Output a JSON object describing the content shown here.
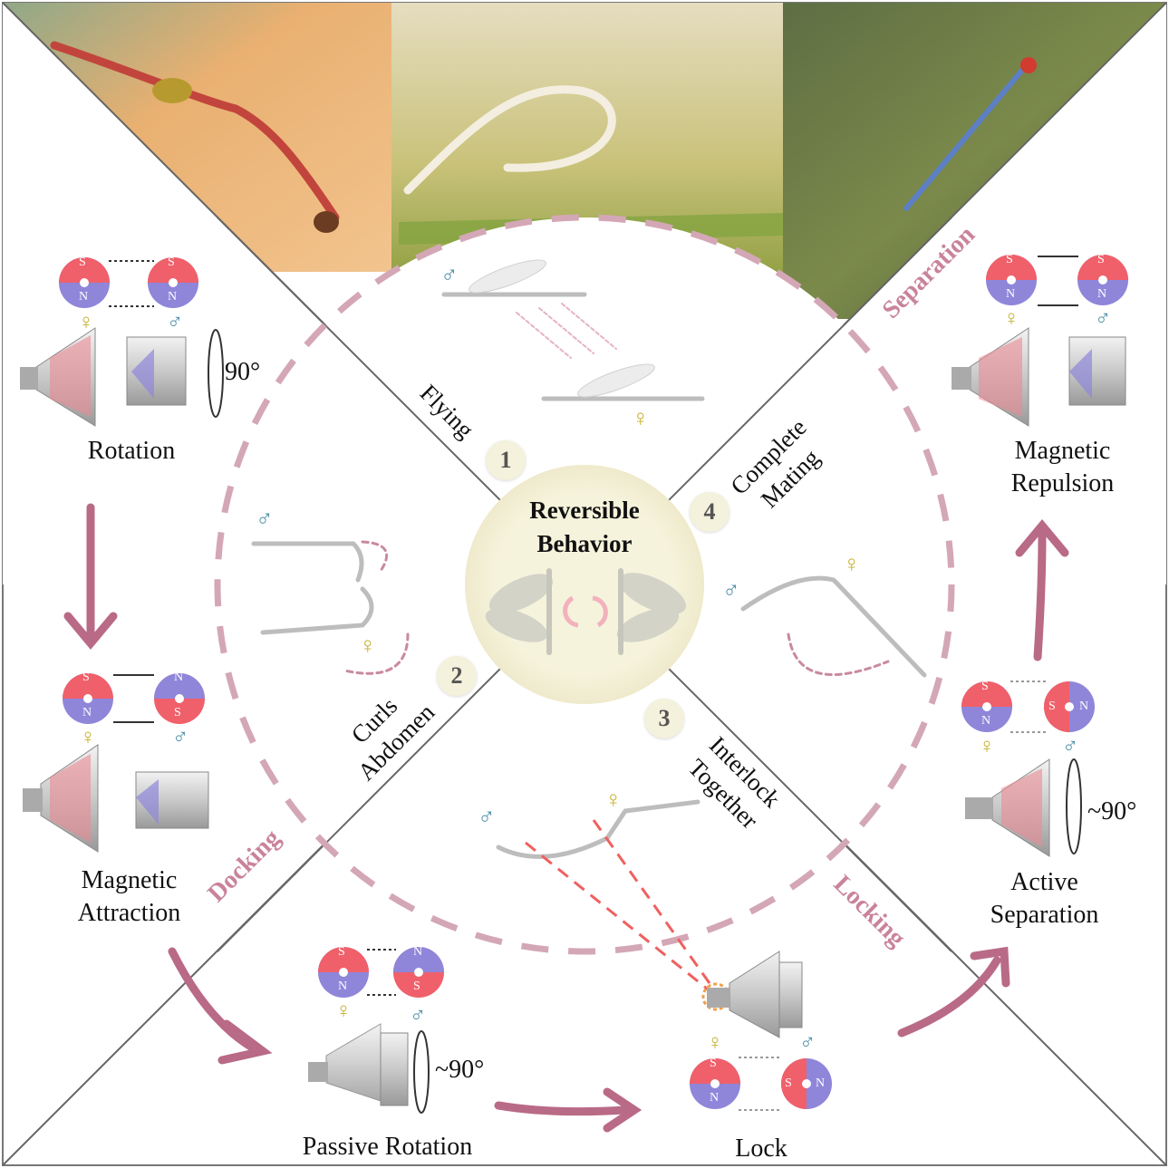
{
  "center": {
    "line1": "Reversible",
    "line2": "Behavior"
  },
  "steps": [
    "1",
    "2",
    "3",
    "4"
  ],
  "behaviors": {
    "flying": "Flying",
    "curls_1": "Curls",
    "curls_2": "Abdomen",
    "interlock_1": "Interlock",
    "interlock_2": "Together",
    "complete_1": "Complete",
    "complete_2": "Mating"
  },
  "phases": {
    "docking": "Docking",
    "locking": "Locking",
    "separation": "Separation"
  },
  "mechanisms": {
    "rotation": "Rotation",
    "magnetic_attraction_1": "Magnetic",
    "magnetic_attraction_2": "Attraction",
    "passive_rotation": "Passive Rotation",
    "lock": "Lock",
    "active_separation_1": "Active",
    "active_separation_2": "Separation",
    "magnetic_repulsion_1": "Magnetic",
    "magnetic_repulsion_2": "Repulsion"
  },
  "angles": {
    "rotation": "90°",
    "passive": "~90°",
    "active": "~90°"
  },
  "magnet_letters": {
    "south": "S",
    "north": "N"
  },
  "sex_symbols": {
    "female": "♀",
    "male": "♂"
  },
  "colors": {
    "south_red": "#f0606a",
    "north_blue": "#8f86da",
    "arrow_mauve": "#b96a86",
    "dashed_ring": "#d4a7b6",
    "female_yellow": "#c8b030",
    "male_teal": "#4e8fa8",
    "center_disc": "#f6f3dc",
    "laser_red": "#f06060"
  }
}
